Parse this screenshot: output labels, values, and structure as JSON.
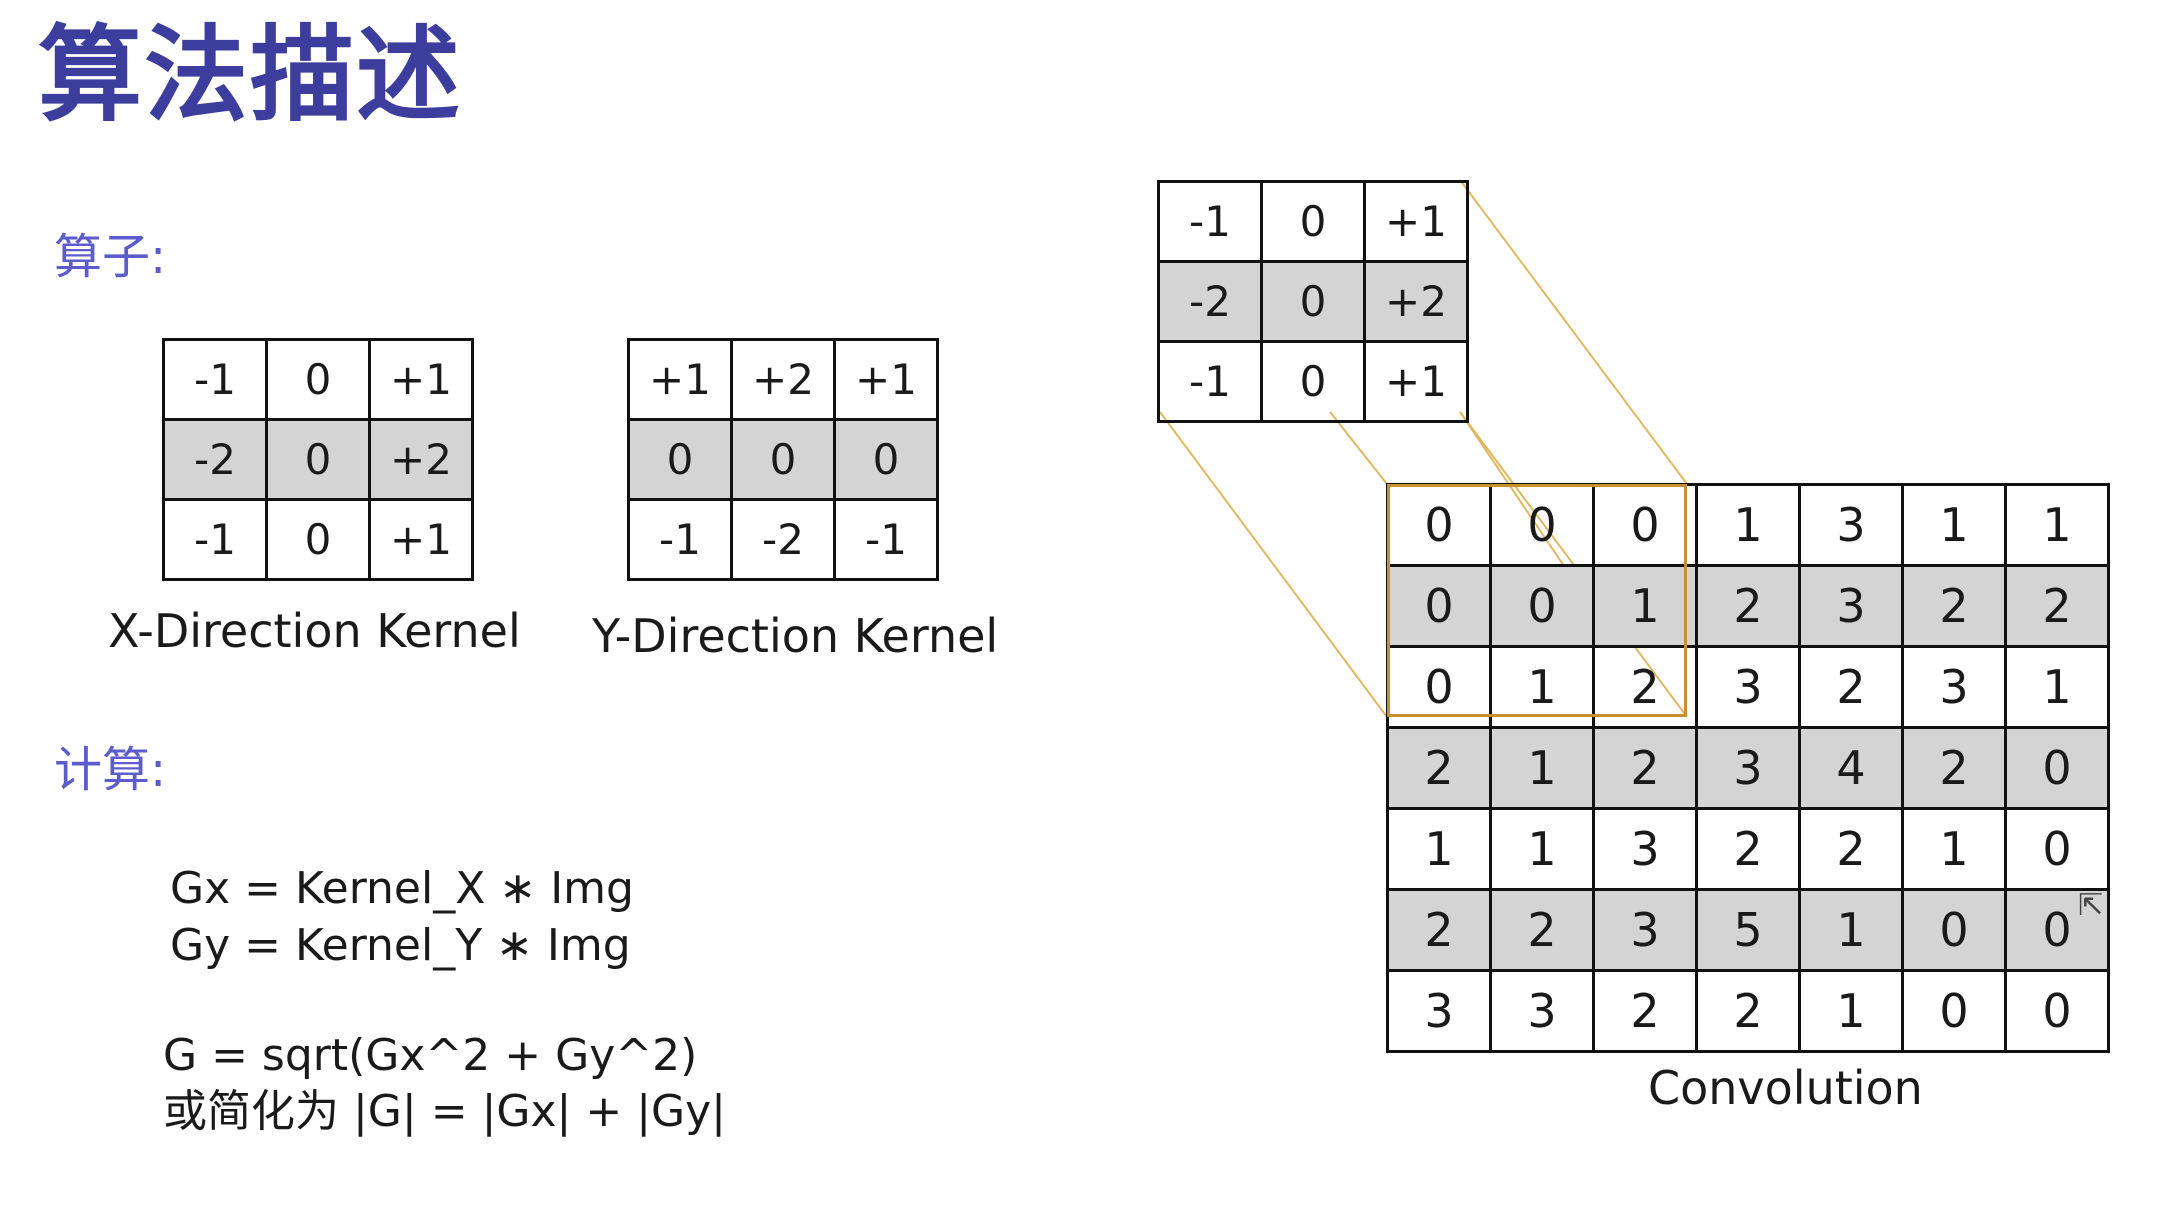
{
  "title": "算法描述",
  "sections": {
    "operator": "算子:",
    "compute": "计算:"
  },
  "kernel_x": {
    "caption": "X-Direction Kernel",
    "rows": [
      [
        "-1",
        "0",
        "+1"
      ],
      [
        "-2",
        "0",
        "+2"
      ],
      [
        "-1",
        "0",
        "+1"
      ]
    ]
  },
  "kernel_y": {
    "caption": "Y-Direction Kernel",
    "rows": [
      [
        "+1",
        "+2",
        "+1"
      ],
      [
        "0",
        "0",
        "0"
      ],
      [
        "-1",
        "-2",
        "-1"
      ]
    ]
  },
  "kernel_top": {
    "rows": [
      [
        "-1",
        "0",
        "+1"
      ],
      [
        "-2",
        "0",
        "+2"
      ],
      [
        "-1",
        "0",
        "+1"
      ]
    ]
  },
  "convolution": {
    "caption": "Convolution",
    "rows": [
      [
        "0",
        "0",
        "0",
        "1",
        "3",
        "1",
        "1"
      ],
      [
        "0",
        "0",
        "1",
        "2",
        "3",
        "2",
        "2"
      ],
      [
        "0",
        "1",
        "2",
        "3",
        "2",
        "3",
        "1"
      ],
      [
        "2",
        "1",
        "2",
        "3",
        "4",
        "2",
        "0"
      ],
      [
        "1",
        "1",
        "3",
        "2",
        "2",
        "1",
        "0"
      ],
      [
        "2",
        "2",
        "3",
        "5",
        "1",
        "0",
        "0"
      ],
      [
        "3",
        "3",
        "2",
        "2",
        "1",
        "0",
        "0"
      ]
    ]
  },
  "formulas": {
    "gx": "Gx = Kernel_X ∗ Img",
    "gy": "Gy = Kernel_Y ∗ Img",
    "g": "G = sqrt(Gx^2 + Gy^2)",
    "simplified": "或简化为 |G| = |Gx| + |Gy|"
  },
  "colors": {
    "title": "#3d3d9e",
    "section": "#5c5ccc",
    "shaded_row": "#d4d4d4",
    "highlight": "#c8902a",
    "link_lines": "#e0b860"
  },
  "icons": {
    "cursor": "mouse-cursor-icon"
  }
}
